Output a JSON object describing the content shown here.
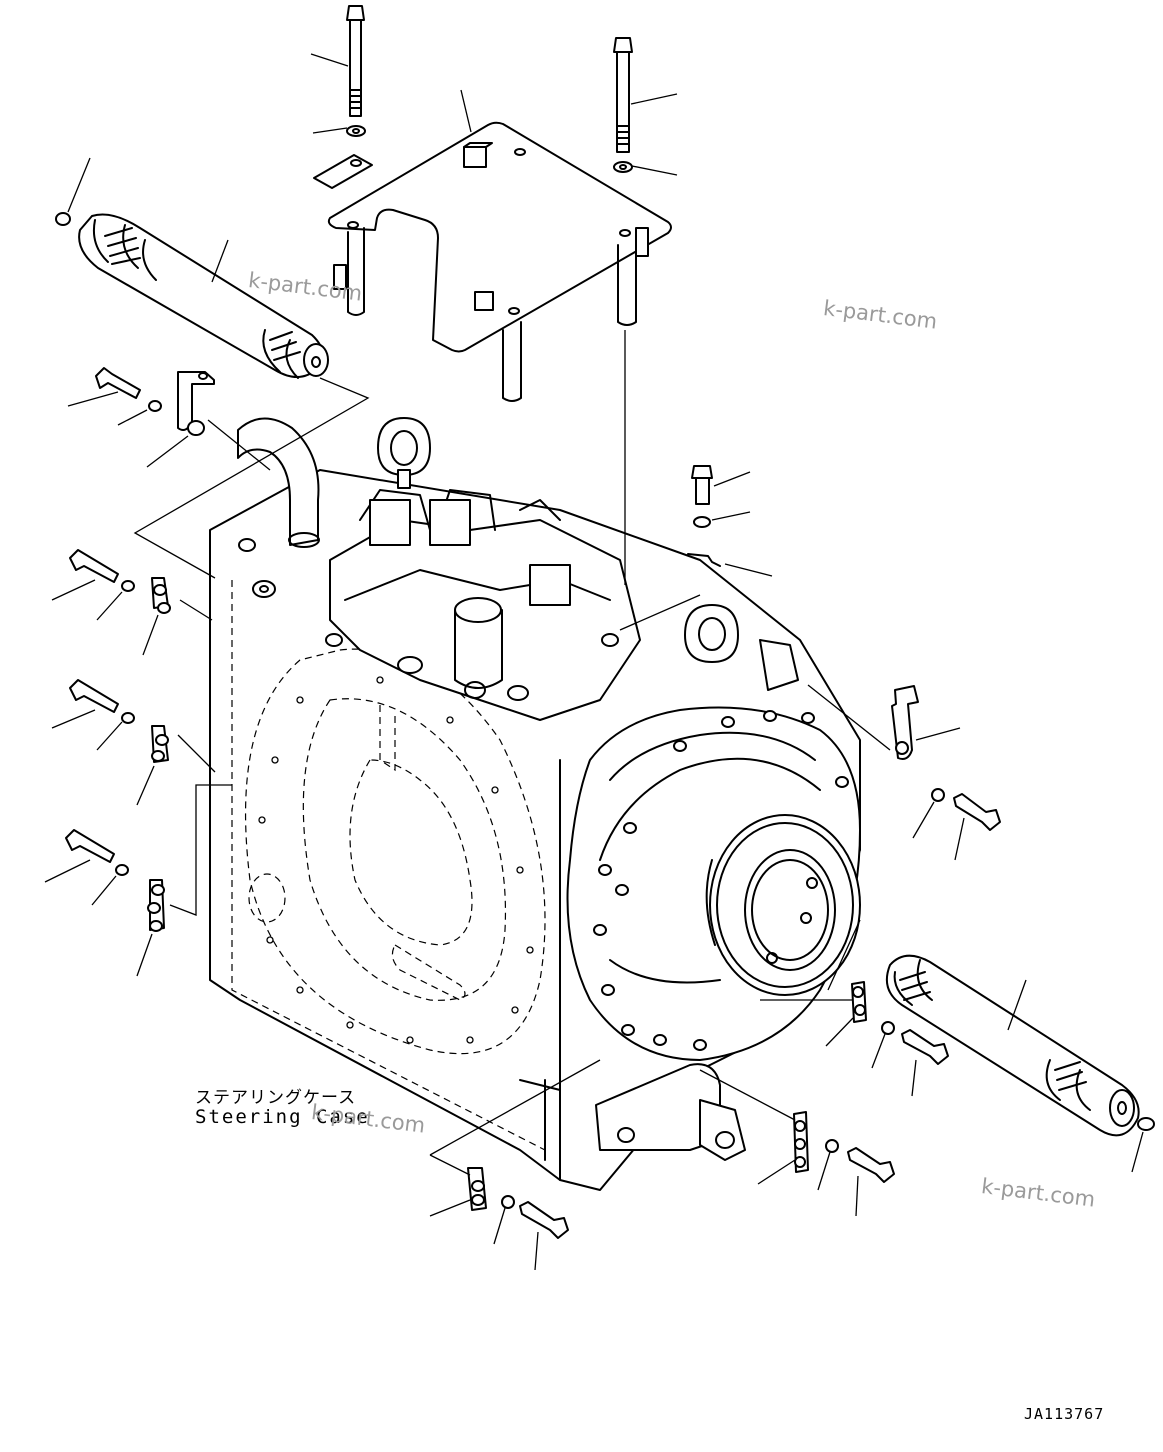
{
  "drawing": {
    "caption_ja": "ステアリングケース",
    "caption_en": "Steering Case",
    "drawing_code": "JA113767"
  },
  "watermarks": [
    "k-part.com",
    "k-part.com",
    "k-part.com",
    "k-part.com"
  ],
  "colors": {
    "line": "#000000",
    "background": "#ffffff",
    "watermark": "#9a9a9a"
  }
}
